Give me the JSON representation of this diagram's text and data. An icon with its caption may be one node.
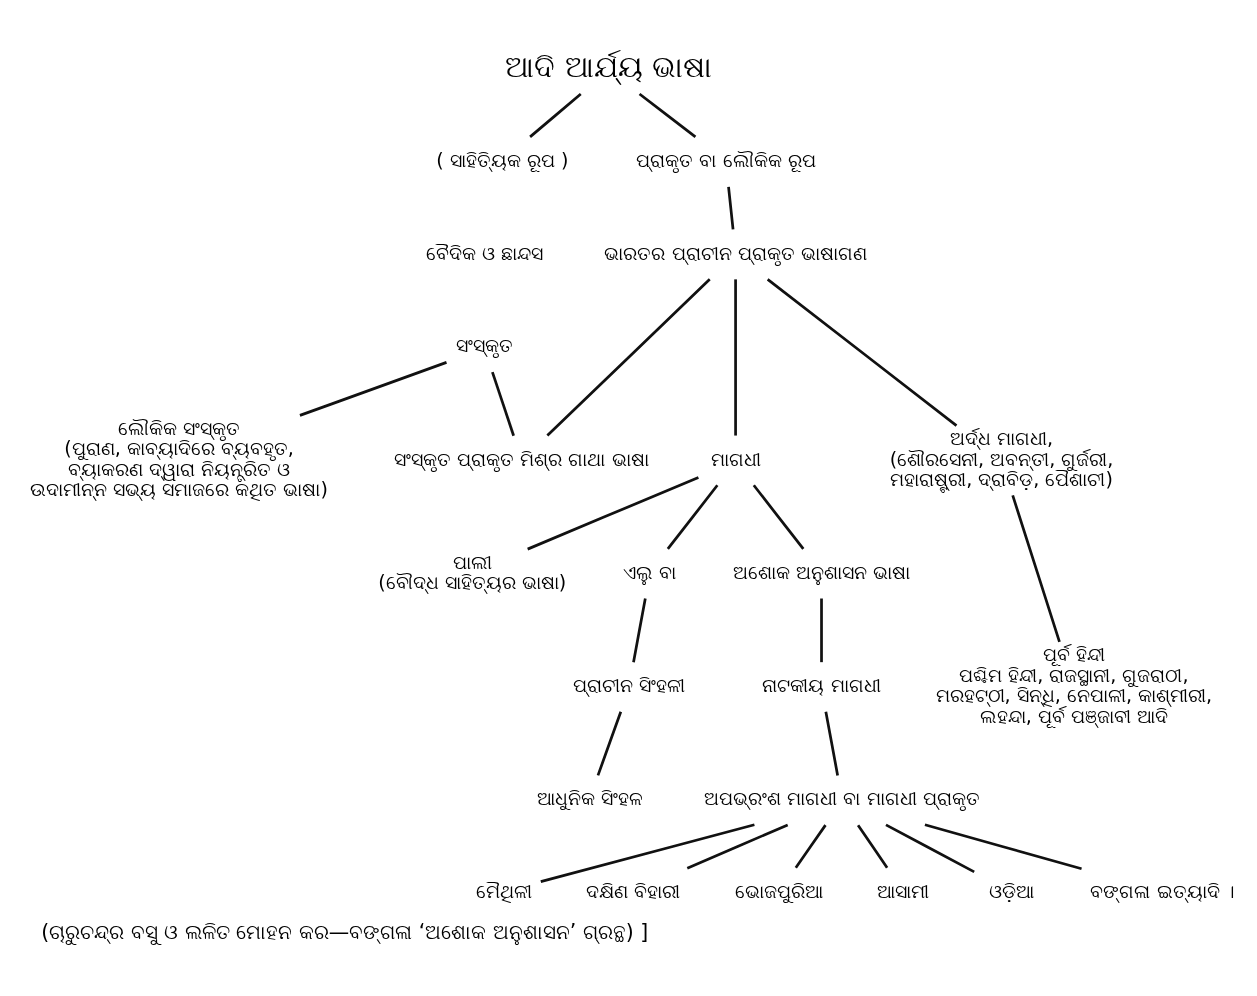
{
  "diagram": {
    "caption": "(ଚାରୁଚନ୍ଦ୍ର ବସୁ ଓ ଲଳିତ ମୋହନ କର—ବଙ୍ଗଳା ‘ଅଶୋକ ଅନୁଶାସନ’ ଗ୍ରନ୍ଥ) ]",
    "nodes": [
      {
        "text": [
          "ଆଦି ଆର୍ଯ୍ୟ ଭାଷା"
        ]
      },
      {
        "text": [
          "( ସାହିତ୍ୟିକ ରୂପ )"
        ]
      },
      {
        "text": [
          "ପ୍ରାକୃତ ବା ଲୌକିକ ରୂପ"
        ]
      },
      {
        "text": [
          "ବୈଦିକ ଓ ଛାନ୍ଦସ"
        ]
      },
      {
        "text": [
          "ଭାରତର ପ୍ରାଚୀନ ପ୍ରାକୃତ ଭାଷାଗଣ"
        ]
      },
      {
        "text": [
          "ସଂସ୍କୃତ"
        ]
      },
      {
        "text": [
          "ଲୌକିକ ସଂସ୍କୃତ",
          "(ପୁରାଣ, କାବ୍ୟାଦିରେ ବ୍ୟବହୃତ, ବ୍ୟାକରଣ ଦ୍ୱାରା ନିୟନ୍ତ୍ରିତ ଓ ଉଦାମୀନ୍ନ ସଭ୍ୟ ସମାଜରେ କଥିତ ଭାଷା)"
        ]
      },
      {
        "text": [
          "ସଂସ୍କୃତ ପ୍ରାକୃତ ମିଶ୍ର ଗାଥା ଭାଷା"
        ]
      },
      {
        "text": [
          "ମାଗଧୀ"
        ]
      },
      {
        "text": [
          "ଅର୍ଦ୍ଧ ମାଗଧୀ,",
          "(ଶୌରସେନୀ, ଅବନ୍ତୀ, ଗୁର୍ଜରୀ, ମହାରାଷ୍ଟ୍ରୀ, ଦ୍ରାବିଡ଼, ପୈଶାଚୀ)"
        ]
      },
      {
        "text": [
          "ପାଲୀ",
          "(ବୌଦ୍ଧ ସାହିତ୍ୟର ଭାଷା)"
        ]
      },
      {
        "text": [
          "ଏଲୁ ବା"
        ]
      },
      {
        "text": [
          "ଅଶୋକ ଅନୁଶାସନ ଭାଷା"
        ]
      },
      {
        "text": [
          "ପ୍ରାଚୀନ ସିଂହଳୀ"
        ]
      },
      {
        "text": [
          "ନାଟକୀୟ ମାଗଧୀ"
        ]
      },
      {
        "text": [
          "ପୂର୍ବ ହିନ୍ଦୀ",
          "ପଶ୍ଚିମ ହିନ୍ଦୀ, ରାଜସ୍ଥାନୀ, ଗୁଜରାଠୀ, ମରହଟ୍ଠୀ, ସିନ୍ଧି, ନେପାଳୀ, କାଶ୍ମୀରୀ, ଲହନ୍ଦା, ପୂର୍ବ ପଞ୍ଜାବୀ ଆଦି"
        ]
      },
      {
        "text": [
          "ଆଧୁନିକ ସିଂହଳ"
        ]
      },
      {
        "text": [
          "ଅପଭ୍ରଂଶ ମାଗଧୀ ବା ମାଗଧୀ ପ୍ରାକୃତ"
        ]
      },
      {
        "text": [
          "ମୈଥିଳୀ"
        ]
      },
      {
        "text": [
          "ଦକ୍ଷିଣ ବିହାରୀ"
        ]
      },
      {
        "text": [
          "ଭୋଜପୁରିଆ"
        ]
      },
      {
        "text": [
          "ଆସାମୀ"
        ]
      },
      {
        "text": [
          "ଓଡ଼ିଆ"
        ]
      },
      {
        "text": [
          "ବଙ୍ଗଳା ଇତ୍ୟାଦି ।"
        ]
      }
    ],
    "edges": [
      {
        "from": 0,
        "to": 1,
        "arrow": "none"
      },
      {
        "from": 0,
        "to": 2,
        "arrow": "none"
      },
      {
        "from": 2,
        "to": 4,
        "arrow": "none"
      },
      {
        "from": 5,
        "to": 6,
        "arrow": "none"
      },
      {
        "from": 5,
        "to": 7,
        "arrow": "none"
      },
      {
        "from": 4,
        "to": 7,
        "arrow": "none"
      },
      {
        "from": 4,
        "to": 8,
        "arrow": "none"
      },
      {
        "from": 4,
        "to": 9,
        "arrow": "none"
      },
      {
        "from": 8,
        "to": 10,
        "arrow": "none"
      },
      {
        "from": 8,
        "to": 11,
        "arrow": "none"
      },
      {
        "from": 8,
        "to": 12,
        "arrow": "none"
      },
      {
        "from": 11,
        "to": 13,
        "arrow": "none"
      },
      {
        "from": 12,
        "to": 14,
        "arrow": "none"
      },
      {
        "from": 9,
        "to": 15,
        "arrow": "none"
      },
      {
        "from": 13,
        "to": 16,
        "arrow": "none"
      },
      {
        "from": 14,
        "to": 17,
        "arrow": "none"
      },
      {
        "from": 17,
        "to": 18,
        "arrow": "none"
      },
      {
        "from": 17,
        "to": 19,
        "arrow": "none"
      },
      {
        "from": 17,
        "to": 20,
        "arrow": "none"
      },
      {
        "from": 17,
        "to": 21,
        "arrow": "none"
      },
      {
        "from": 17,
        "to": 22,
        "arrow": "none"
      },
      {
        "from": 17,
        "to": 23,
        "arrow": "none"
      }
    ]
  }
}
